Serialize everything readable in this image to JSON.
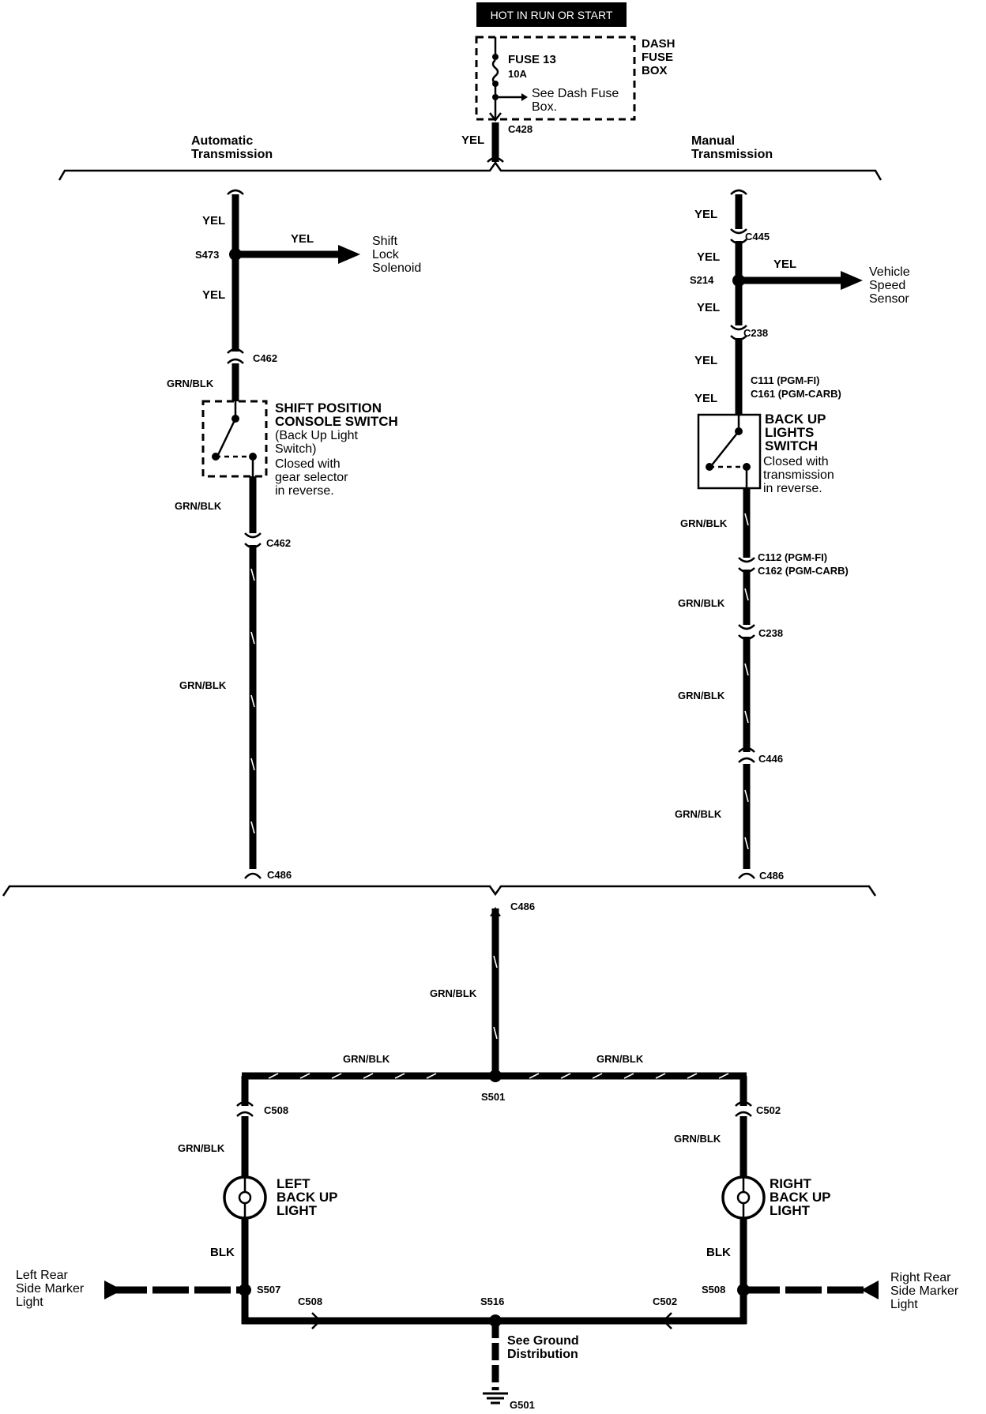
{
  "header": {
    "hot_label": "HOT IN RUN OR START",
    "fuse_name": "FUSE 13",
    "fuse_rating": "10A",
    "fuse_note_1": "See Dash Fuse",
    "fuse_note_2": "Box.",
    "dash_fuse_box_1": "DASH",
    "dash_fuse_box_2": "FUSE",
    "dash_fuse_box_3": "BOX",
    "c428": "C428",
    "yel_top": "YEL"
  },
  "sections": {
    "auto_1": "Automatic",
    "auto_2": "Transmission",
    "manual_1": "Manual",
    "manual_2": "Transmission"
  },
  "auto": {
    "yel_1": "YEL",
    "s473": "S473",
    "yel_branch": "YEL",
    "shift_lock_1": "Shift",
    "shift_lock_2": "Lock",
    "shift_lock_3": "Solenoid",
    "yel_2": "YEL",
    "c462_a": "C462",
    "grn_blk_1": "GRN/BLK",
    "switch_1": "SHIFT POSITION",
    "switch_2": "CONSOLE SWITCH",
    "switch_3": "(Back Up Light",
    "switch_4": "Switch)",
    "switch_5": "Closed with",
    "switch_6": "gear selector",
    "switch_7": "in reverse.",
    "grn_blk_2": "GRN/BLK",
    "c462_b": "C462",
    "grn_blk_3": "GRN/BLK",
    "c486": "C486"
  },
  "manual": {
    "yel_1": "YEL",
    "c445": "C445",
    "yel_2": "YEL",
    "s214": "S214",
    "yel_branch": "YEL",
    "vss_1": "Vehicle",
    "vss_2": "Speed",
    "vss_3": "Sensor",
    "yel_3": "YEL",
    "c238_a": "C238",
    "yel_4": "YEL",
    "c111": "C111 (PGM-FI)",
    "c161": "C161 (PGM-CARB)",
    "yel_5": "YEL",
    "switch_1": "BACK UP",
    "switch_2": "LIGHTS",
    "switch_3": "SWITCH",
    "switch_4": "Closed with",
    "switch_5": "transmission",
    "switch_6": "in reverse.",
    "grn_blk_1": "GRN/BLK",
    "c112": "C112 (PGM-FI)",
    "c162": "C162 (PGM-CARB)",
    "grn_blk_2": "GRN/BLK",
    "c238_b": "C238",
    "grn_blk_3": "GRN/BLK",
    "c446": "C446",
    "grn_blk_4": "GRN/BLK",
    "c486": "C486"
  },
  "bottom": {
    "c486": "C486",
    "grn_blk_trunk": "GRN/BLK",
    "grn_blk_left": "GRN/BLK",
    "grn_blk_right": "GRN/BLK",
    "s501": "S501",
    "c508_top": "C508",
    "c502_top": "C502",
    "grn_blk_l2": "GRN/BLK",
    "grn_blk_r2": "GRN/BLK",
    "left_light_1": "LEFT",
    "left_light_2": "BACK UP",
    "left_light_3": "LIGHT",
    "right_light_1": "RIGHT",
    "right_light_2": "BACK UP",
    "right_light_3": "LIGHT",
    "blk_left": "BLK",
    "blk_right": "BLK",
    "left_marker_1": "Left Rear",
    "left_marker_2": "Side Marker",
    "left_marker_3": "Light",
    "right_marker_1": "Right Rear",
    "right_marker_2": "Side Marker",
    "right_marker_3": "Light",
    "s507": "S507",
    "s508": "S508",
    "c508_bot": "C508",
    "c502_bot": "C502",
    "s516": "S516",
    "ground_1": "See Ground",
    "ground_2": "Distribution",
    "g501": "G501"
  }
}
